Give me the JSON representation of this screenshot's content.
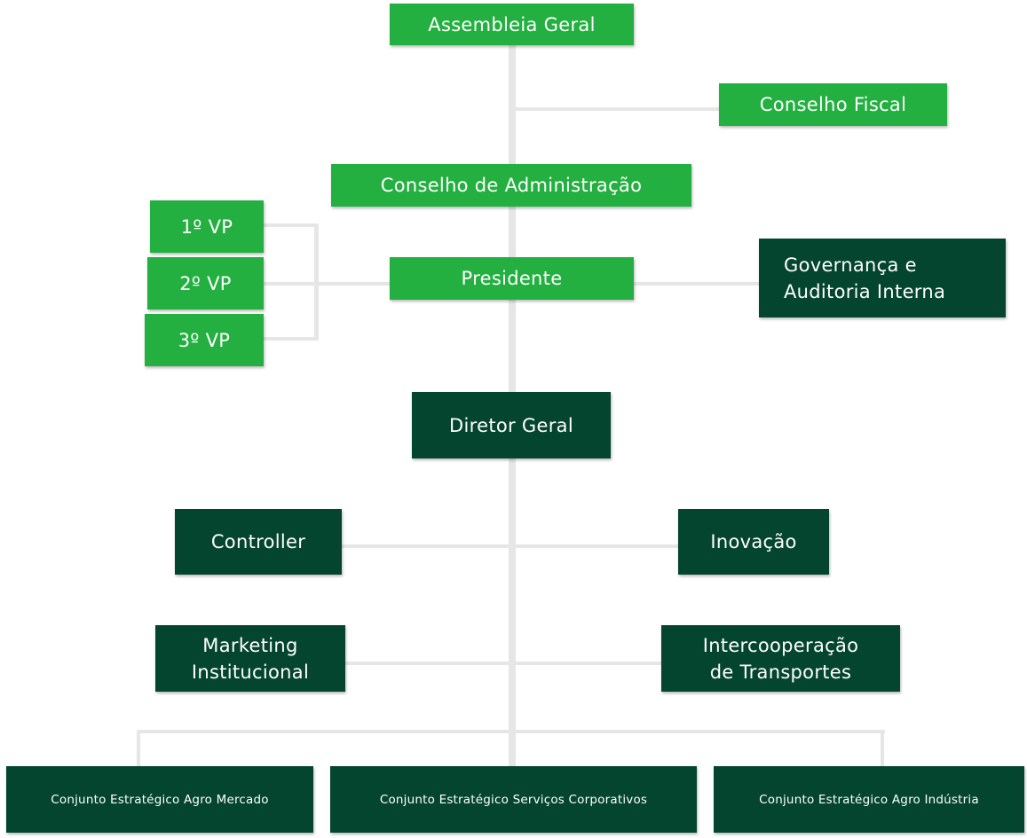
{
  "colors": {
    "light_green": "#23b040",
    "dark_green": "#04452f",
    "connector": "#e6e6e6",
    "text": "#ffffff"
  },
  "nodes": {
    "assembleia_geral": "Assembleia Geral",
    "conselho_fiscal": "Conselho Fiscal",
    "conselho_administracao": "Conselho de Administração",
    "vp1": "1º VP",
    "vp2": "2º VP",
    "vp3": "3º VP",
    "presidente": "Presidente",
    "governanca_line1": "Governança e",
    "governanca_line2": "Auditoria Interna",
    "diretor_geral": "Diretor Geral",
    "controller": "Controller",
    "inovacao": "Inovação",
    "marketing_line1": "Marketing",
    "marketing_line2": "Institucional",
    "intercooperacao_line1": "Intercooperação",
    "intercooperacao_line2": "de Transportes",
    "ce_agro_mercado": "Conjunto Estratégico Agro Mercado",
    "ce_servicos_corporativos": "Conjunto Estratégico Serviços Corporativos",
    "ce_agro_industria": "Conjunto Estratégico Agro Indústria"
  }
}
